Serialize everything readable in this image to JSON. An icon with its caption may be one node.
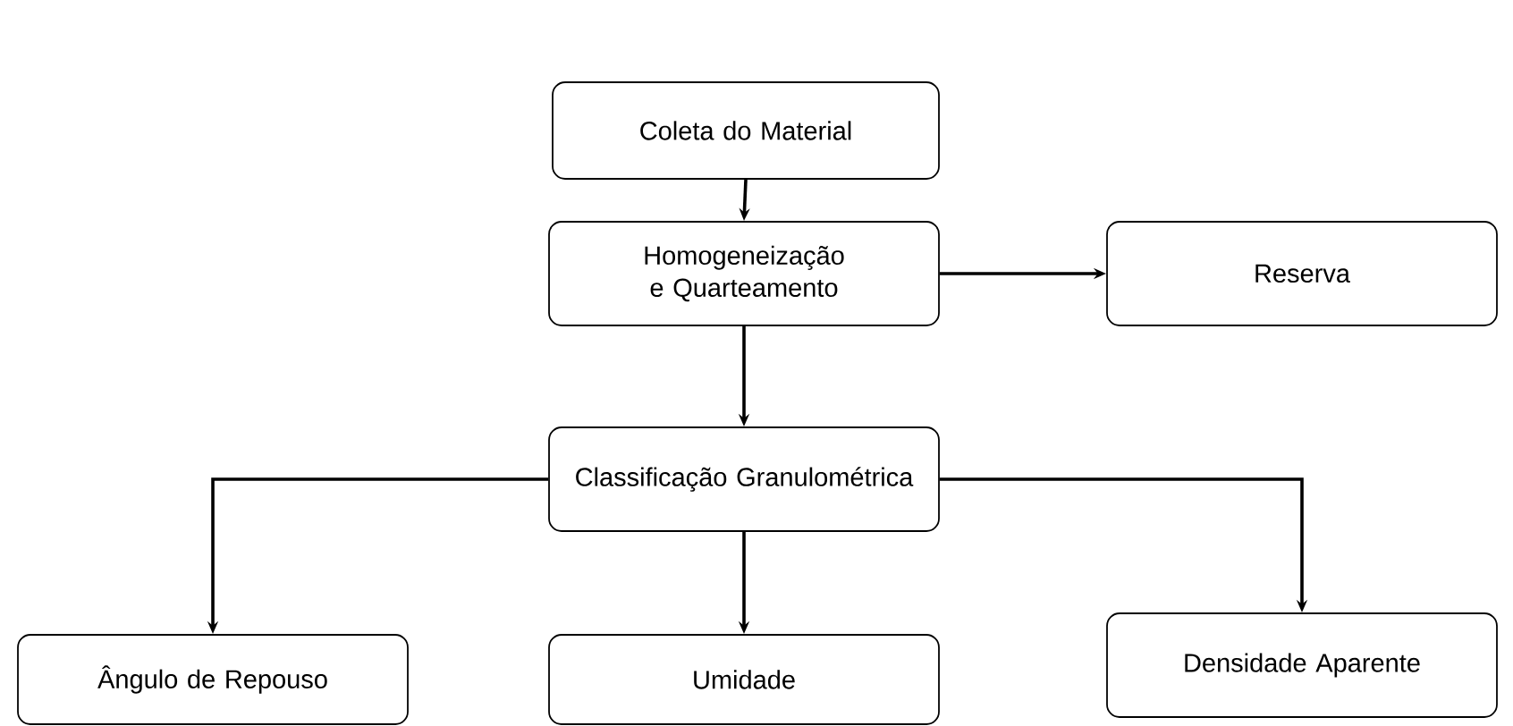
{
  "diagram": {
    "nodes": [
      {
        "text": [
          "Coleta do Material"
        ]
      },
      {
        "text": [
          "Homogeneização e Quarteamento"
        ]
      },
      {
        "text": [
          "Reserva"
        ]
      },
      {
        "text": [
          "Classificação Granulométrica"
        ]
      },
      {
        "text": [
          "Ângulo de Repouso"
        ]
      },
      {
        "text": [
          "Umidade"
        ]
      },
      {
        "text": [
          "Densidade Aparente"
        ]
      }
    ],
    "edges": [
      {
        "from": 0,
        "to": 1,
        "arrow": "to"
      },
      {
        "from": 1,
        "to": 2,
        "arrow": "to"
      },
      {
        "from": 1,
        "to": 3,
        "arrow": "to"
      },
      {
        "from": 3,
        "to": 4,
        "arrow": "to"
      },
      {
        "from": 3,
        "to": 5,
        "arrow": "to"
      },
      {
        "from": 3,
        "to": 6,
        "arrow": "to"
      }
    ]
  }
}
